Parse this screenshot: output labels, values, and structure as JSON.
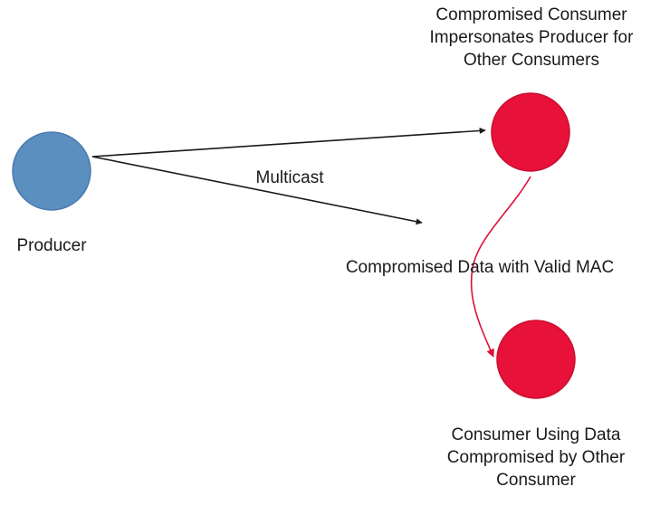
{
  "diagram": {
    "nodes": {
      "producer": {
        "label": "Producer",
        "color": "#5b8fc0",
        "stroke": "#4a7aad"
      },
      "compromised_consumer": {
        "label_lines": [
          "Compromised Consumer",
          "Impersonates Producer for",
          "Other Consumers"
        ],
        "color": "#e8113a",
        "stroke": "#c90d30"
      },
      "victim_consumer": {
        "label_lines": [
          "Consumer Using Data",
          "Compromised by Other",
          "Consumer"
        ],
        "color": "#e8113a",
        "stroke": "#c90d30"
      }
    },
    "edges": {
      "multicast": {
        "label": "Multicast",
        "color": "#1a1a1a"
      },
      "compromised_data": {
        "label": "Compromised Data with Valid MAC",
        "color": "#e0103a"
      }
    }
  }
}
